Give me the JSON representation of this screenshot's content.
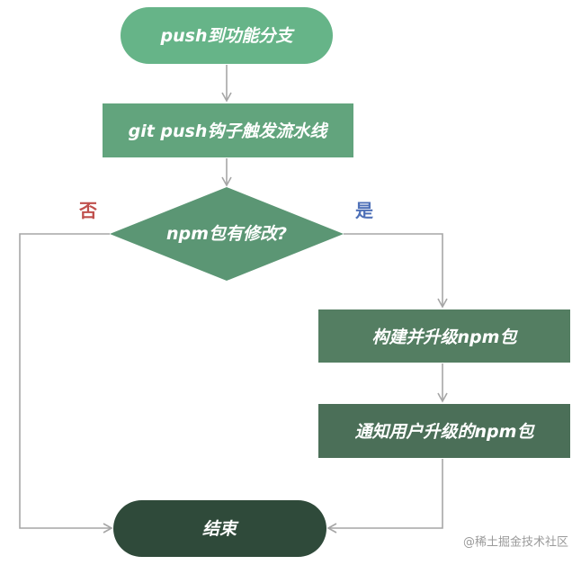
{
  "nodes": {
    "start": "push到功能分支",
    "pipeline": "git push钩子触发流水线",
    "decision": "npm包有修改?",
    "build": "构建并升级npm包",
    "notify": "通知用户升级的npm包",
    "end": "结束"
  },
  "edge_labels": {
    "no": "否",
    "yes": "是"
  },
  "watermark": "@稀土掘金技术社区",
  "colors": {
    "start": "#66b488",
    "pipeline": "#62a47d",
    "decision": "#5b9674",
    "build": "#547e62",
    "notify": "#4b6f58",
    "end": "#2f4a3a",
    "no_label": "#c0504d",
    "yes_label": "#4f71b8",
    "edge": "#a6a6a6"
  }
}
